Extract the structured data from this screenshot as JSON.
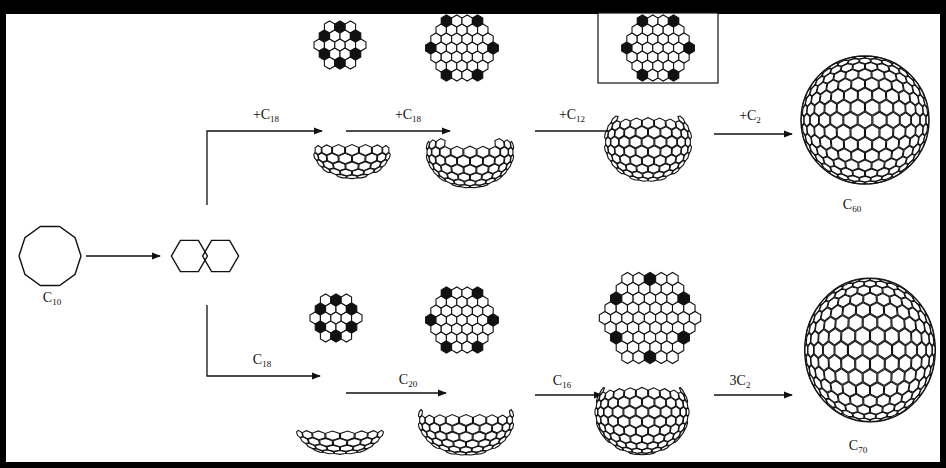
{
  "diagram": {
    "labels": [
      "C10",
      "+C18",
      "+C18",
      "+C12",
      "+C2",
      "C60",
      "C18",
      "C20",
      "C16",
      "3C2",
      "C70"
    ]
  }
}
